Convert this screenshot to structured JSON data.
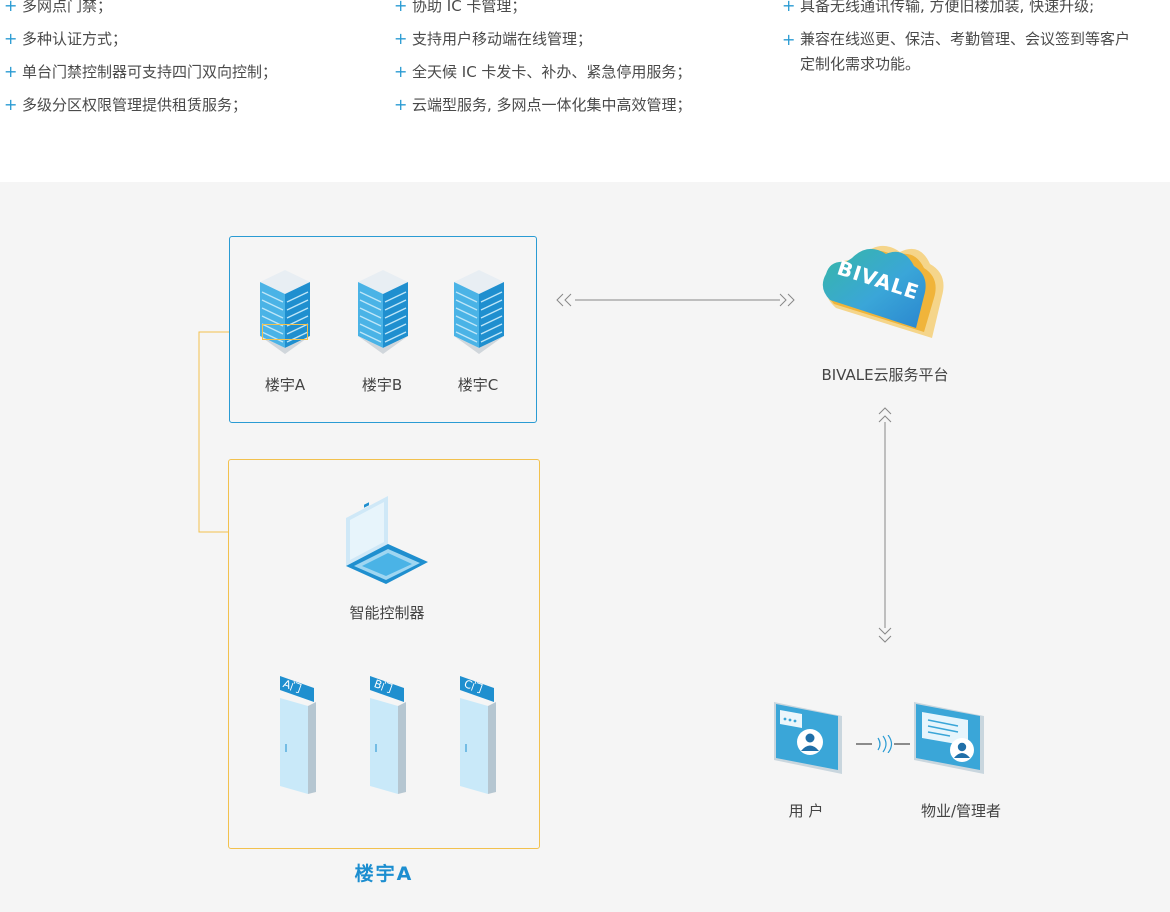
{
  "features": {
    "col1": [
      "多网点门禁；",
      "多种认证方式；",
      "单台门禁控制器可支持四门双向控制；",
      "多级分区权限管理提供租赁服务；"
    ],
    "col2": [
      "协助 IC 卡管理；",
      "支持用户移动端在线管理；",
      "全天候 IC 卡发卡、补办、紧急停用服务；",
      "云端型服务, 多网点一体化集中高效管理；"
    ],
    "col3": [
      "具备无线通讯传输, 方便旧楼加装, 快速升级;",
      "兼容在线巡更、保洁、考勤管理、会议签到等客户定制化需求功能。"
    ]
  },
  "diagram": {
    "buildings": [
      "楼宇A",
      "楼宇B",
      "楼宇C"
    ],
    "controller_label": "智能控制器",
    "doors": [
      "A门",
      "B门",
      "C门"
    ],
    "group_label": "楼宇A",
    "cloud_logo": "BIVALE",
    "cloud_label": "BIVALE云服务平台",
    "user_label": "用 户",
    "manager_label": "物业/管理者"
  },
  "colors": {
    "accent_blue": "#2a9bd3",
    "accent_yellow": "#f2c14e",
    "background": "#f5f5f5"
  }
}
